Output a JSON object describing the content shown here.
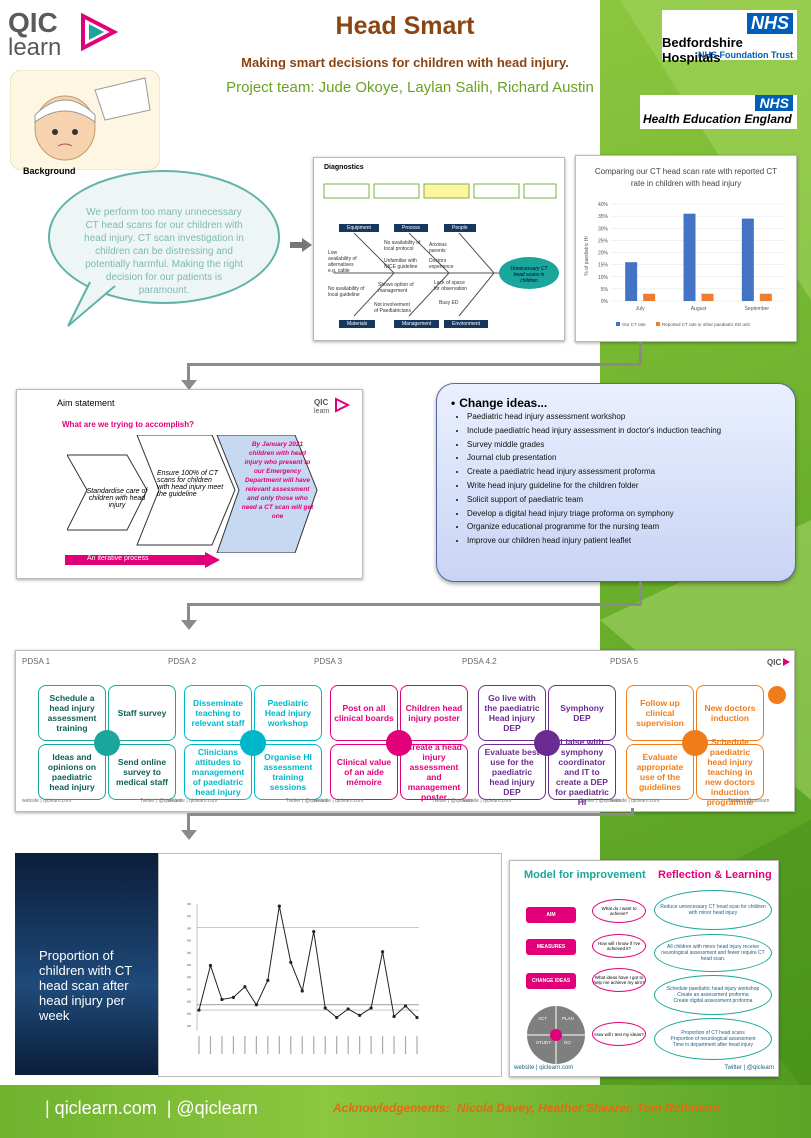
{
  "header": {
    "logo": {
      "line1": "QIC",
      "line2": "learn"
    },
    "title": "Head Smart",
    "subtitle": "Making smart decisions for children with head injury.",
    "team": "Project team: Jude Okoye, Laylan Salih, Richard Austin",
    "nhs_trust": {
      "badge": "NHS",
      "name": "Bedfordshire Hospitals",
      "sub": "NHS Foundation Trust"
    },
    "nhs_hee": {
      "badge": "NHS",
      "name": "Health Education England"
    }
  },
  "background": {
    "label": "Background",
    "text": "We perform too many unnecessary CT head scans for our children with head injury. CT scan investigation in children can be distressing and potentially harmful. Making the right decision for our patients is paramount."
  },
  "diagnostics": {
    "title": "Diagnostics",
    "categories": [
      "Equipment",
      "Process",
      "People",
      "Materials",
      "Management",
      "Environment"
    ],
    "causes": [
      "Low availability of alternatives e.g. cable",
      "No availability of local protocol",
      "Unfamiliar with NICE guideline",
      "Anxious parents",
      "Doctors experience",
      "No availability of local guideline",
      "Shows option of management",
      "Lack of space for observation",
      "Not involvement of Paediatricians",
      "Busy ED"
    ],
    "effect": "Unnecessary CT head scans in children"
  },
  "ct_chart_title": "Comparing our CT head scan rate with reported CT rate in children with head injury",
  "chart_data": [
    {
      "type": "bar",
      "title": "Comparing our CT head scan rate with reported CT rate in children with head injury",
      "categories": [
        "July",
        "August",
        "September"
      ],
      "series": [
        {
          "name": "Our CT rate",
          "values": [
            16,
            36,
            34
          ],
          "color": "#4472c4"
        },
        {
          "name": "Reported CT rate in other paediatric ED unit",
          "values": [
            3,
            3,
            3
          ],
          "color": "#ed7d31"
        }
      ],
      "ylabel": "% of paediatric HI",
      "ylim": [
        0,
        40
      ],
      "yticks": [
        "0%",
        "5%",
        "10%",
        "15%",
        "20%",
        "25%",
        "30%",
        "35%",
        "40%"
      ],
      "legend": "bottom"
    },
    {
      "type": "line",
      "title": "Proportion of children with CT head scan after head injury per week",
      "values": [
        0,
        0.42,
        0.1,
        0.12,
        0.22,
        0.05,
        0.28,
        0.98,
        0.45,
        0.18,
        0.74,
        0.02,
        -0.07,
        0.01,
        -0.05,
        0.02,
        0.55,
        -0.06,
        0.04,
        -0.07
      ],
      "ylim": [
        -0.15,
        1.0
      ],
      "center_line": 0.05,
      "control_limit": 0.78
    }
  ],
  "aim": {
    "heading": "Aim statement",
    "question": "What are we trying to accomplish?",
    "step1": "Standardise care of children with head injury",
    "step2": "Ensure 100% of CT scans for children with head injury meet the guideline",
    "step3": "By January 2021 children with head injury who present to our Emergency Department will have relevant assessment and only those who need a CT scan will get one",
    "process": "An iterative process"
  },
  "change_ideas": {
    "heading": "Change ideas...",
    "items": [
      "Paediatric head injury assessment workshop",
      "Include paediatric head injury assessment in doctor's induction teaching",
      "Survey middle grades",
      "Journal club presentation",
      "Create a paediatric head injury assessment proforma",
      "Write head injury guideline for the children folder",
      "Solicit support of paediatric team",
      "Develop a digital head injury triage proforma on symphony",
      "Organize educational programme for the nursing team",
      "Improve our children head injury patient leaflet"
    ]
  },
  "pdsa": [
    {
      "label": "PDSA 1",
      "color": "#1aa69a",
      "cards": [
        "Schedule a head injury assessment training",
        "Staff survey",
        "Ideas and opinions on paediatric head injury",
        "Send online survey to medical staff"
      ]
    },
    {
      "label": "PDSA 2",
      "color": "#00b7c9",
      "cards": [
        "Disseminate teaching to relevant staff",
        "Paediatric Head injury workshop",
        "Clinicians attitudes to management of paediatric head injury",
        "Organise HI assessment training sessions"
      ]
    },
    {
      "label": "PDSA 3",
      "color": "#e2007a",
      "cards": [
        "Post on all clinical boards",
        "Children head injury poster",
        "Clinical value of an aide mémoire",
        "Create a head injury assessment and management poster"
      ]
    },
    {
      "label": "PDSA 4.2",
      "color": "#6a2c91",
      "cards": [
        "Go live with the paediatric Head injury DEP",
        "Symphony DEP",
        "Evaluate best use for the paediatric head injury DEP",
        "Liaise with symphony coordinator and IT to create a DEP for paediatric HI"
      ]
    },
    {
      "label": "PDSA 5",
      "color": "#f07d1a",
      "cards": [
        "Follow up clinical supervision",
        "New doctors induction",
        "Evaluate appropriate use of the guidelines",
        "Schedule paediatric head injury teaching in new doctors induction programme"
      ]
    }
  ],
  "pdsa_footer": {
    "website": "website | qiclearn.com",
    "twitter": "Twitter | @qiclearn"
  },
  "proportion_label": "Proportion of children with CT head scan after head injury per week",
  "model": {
    "title_a": "Model for improvement",
    "title_b": "Reflection & Learning",
    "buttons": [
      "AIM",
      "MEASURES",
      "CHANGE IDEAS"
    ],
    "questions": [
      "What do I want to achieve?",
      "How will I know if I've achieved it?",
      "What ideas have I got to help me achieve my aim?",
      "How will I test my ideas?"
    ],
    "answers": [
      "Reduce unnecessary CT head scan for children with minor head injury",
      "All children with minor head injury receive neurological assessment and fewer require CT head scan.",
      "Schedule paediatric head injury workshop\nCreate an assessment proforma\nCreate digital assessment proforma",
      "Proportion of CT head scans\nProportion of neurological assessment\nTime in department after head injury"
    ],
    "cycle": [
      "ACT",
      "PLAN",
      "STUDY",
      "DO"
    ],
    "website": "website | qiclearn.com",
    "twitter": "Twitter | @qiclearn"
  },
  "footer": {
    "links": "| qiclearn.com  | @qiclearn",
    "ack_label": "Acknowledgements:",
    "ack_names": "Nicola Davey, Heather Shearer, Tom Rollinson"
  }
}
